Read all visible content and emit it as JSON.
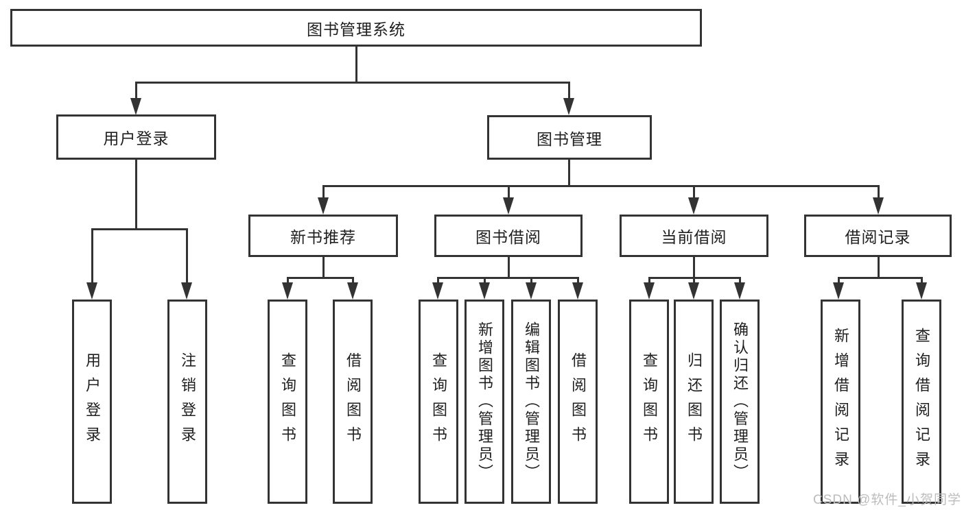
{
  "diagram_type": "hierarchy-tree",
  "colors": {
    "line": "#333333",
    "text": "#1f1f1f",
    "background": "#ffffff",
    "watermark": "#bcbcbc"
  },
  "watermark": {
    "text": "CSDN @软件_小贺同学"
  },
  "tree": {
    "root": {
      "label": "图书管理系统",
      "children": [
        {
          "label": "用户登录",
          "children": [
            {
              "label": "用户登录"
            },
            {
              "label": "注销登录"
            }
          ]
        },
        {
          "label": "图书管理",
          "children": [
            {
              "label": "新书推荐",
              "children": [
                {
                  "label": "查询图书"
                },
                {
                  "label": "借阅图书"
                }
              ]
            },
            {
              "label": "图书借阅",
              "children": [
                {
                  "label": "查询图书"
                },
                {
                  "label": "新增图书（管理员）"
                },
                {
                  "label": "编辑图书（管理员）"
                },
                {
                  "label": "借阅图书"
                }
              ]
            },
            {
              "label": "当前借阅",
              "children": [
                {
                  "label": "查询图书"
                },
                {
                  "label": "归还图书"
                },
                {
                  "label": "确认归还（管理员）"
                }
              ]
            },
            {
              "label": "借阅记录",
              "children": [
                {
                  "label": "新增借阅记录"
                },
                {
                  "label": "查询借阅记录"
                }
              ]
            }
          ]
        }
      ]
    }
  }
}
